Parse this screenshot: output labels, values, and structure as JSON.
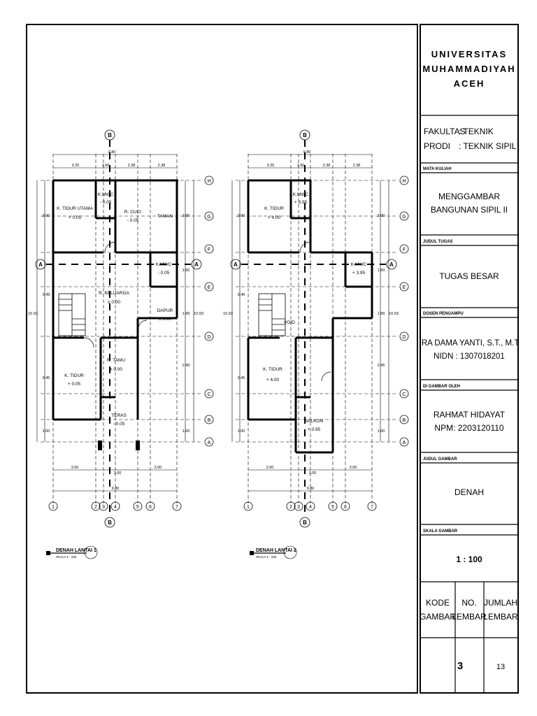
{
  "title_block": {
    "university": [
      "UNIVERSITAS",
      "MUHAMMADIYAH",
      "ACEH"
    ],
    "fakultas_label": "FAKULTAS",
    "fakultas_value": ": TEKNIK",
    "prodi_label": "PRODI",
    "prodi_value": ": TEKNIK SIPIL",
    "mata_kuliah_label": "MATA KULIAH",
    "mata_kuliah": [
      "MENGGAMBAR",
      "BANGUNAN SIPIL II"
    ],
    "judul_tugas_label": "JUDUL TUGAS",
    "judul_tugas": "TUGAS BESAR",
    "dosen_label": "DOSEN PENGAMPU",
    "dosen": [
      "IRA DAMA YANTI, S.T., M.T",
      "NIDN : 1307018201"
    ],
    "digambar_label": "DI GAMBAR OLEH",
    "digambar": [
      "RAHMAT HIDAYAT",
      "NPM: 2203120110"
    ],
    "judul_gambar_label": "JUDUL GAMBAR",
    "judul_gambar": "DENAH",
    "skala_label": "SKALA GAMBAR",
    "skala": "1 : 100",
    "kode_gambar": [
      "KODE",
      "GAMBAR"
    ],
    "no_lembar": [
      "NO.",
      "LEMBAR"
    ],
    "jumlah_lembar": [
      "JUMLAH",
      "LEMBAR"
    ],
    "no_lembar_value": "3",
    "jumlah_lembar_value": "13"
  },
  "plan1": {
    "title": "DENAH LANTAI 1",
    "scale": "SKALA 1 : 100",
    "rooms": [
      {
        "name": "K. TIDUR UTAMA",
        "level": "+ 0.05"
      },
      {
        "name": "K.MWC",
        "level": "- 0.05"
      },
      {
        "name": "R. CUCI",
        "level": "- 0.05"
      },
      {
        "name": "TAMAN",
        "level": ""
      },
      {
        "name": "K.MWC",
        "level": "- 0.05"
      },
      {
        "name": "R. KELUARGA",
        "level": "± 0.00"
      },
      {
        "name": "DAPUR",
        "level": "± 0.00"
      },
      {
        "name": "R. TAMU",
        "level": "± 0.00"
      },
      {
        "name": "K. TIDUR",
        "level": "+ 0.05"
      },
      {
        "name": "TERAS",
        "level": "- 0.05"
      }
    ]
  },
  "plan2": {
    "title": "DENAH LANTAI 2",
    "scale": "SKALA 1 : 100",
    "rooms": [
      {
        "name": "K. TIDUR",
        "level": "+ 4.00"
      },
      {
        "name": "K.MWC",
        "level": "+ 3.95"
      },
      {
        "name": "K.MWC",
        "level": "+ 3.95"
      },
      {
        "name": "VOID",
        "level": ""
      },
      {
        "name": "K. TIDUR",
        "level": "+ 4.00"
      },
      {
        "name": "BALKON",
        "level": "+ 3.95"
      }
    ]
  },
  "grid": {
    "rows": [
      "H",
      "G",
      "F",
      "E",
      "D",
      "C",
      "B",
      "A"
    ],
    "cols": [
      "1",
      "2",
      "3",
      "4",
      "5",
      "6",
      "7"
    ],
    "section_a": "A",
    "section_b": "B"
  },
  "dims": {
    "top_total": "9.80",
    "top_parts": [
      "3.25",
      "1.50",
      "2.38",
      "2.38"
    ],
    "bottom_parts": [
      "3.50",
      "3.00",
      "3.00"
    ],
    "bottom_total": "9.80",
    "left": [
      "3.00",
      "3.49",
      "3.45",
      "1.00"
    ],
    "left_total": "10.93",
    "right": [
      "3.00",
      "1.50",
      "1.99",
      "2.45",
      "1.00"
    ],
    "right_total": "10.93"
  }
}
